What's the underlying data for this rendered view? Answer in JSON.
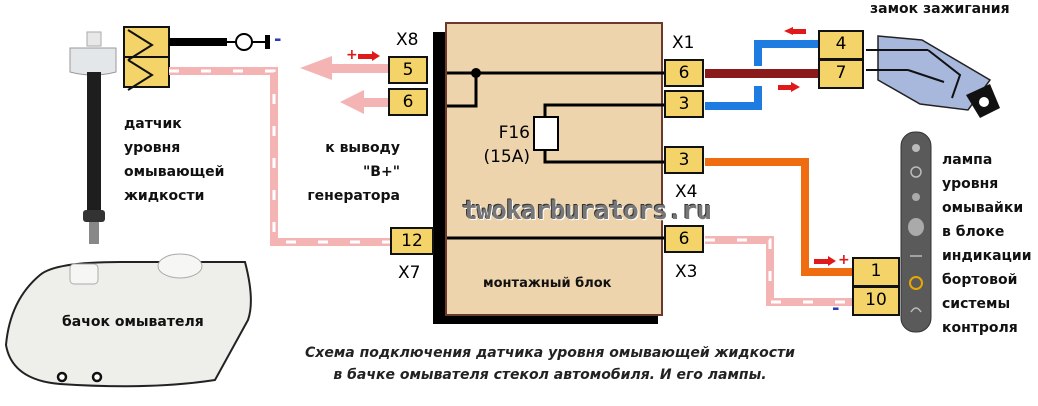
{
  "diagram": {
    "caption_line1": "Схема подключения датчика уровня омывающей жидкости",
    "caption_line2": "в бачке омывателя стекол автомобиля. И его лампы.",
    "watermark": "twokarburators.ru",
    "mounting_block": {
      "label": "монтажный блок",
      "fuse": {
        "name": "F16",
        "rating": "(15А)"
      }
    },
    "connectors": {
      "X8": {
        "label": "X8",
        "pins": [
          "5",
          "6"
        ]
      },
      "X1": {
        "label": "X1",
        "pins": [
          "6",
          "3"
        ]
      },
      "X4": {
        "label": "X4",
        "pins": [
          "3"
        ]
      },
      "X7": {
        "label": "X7",
        "pins": [
          "12"
        ]
      },
      "X3": {
        "label": "X3",
        "pins": [
          "6"
        ]
      },
      "ignition": {
        "pins": [
          "4",
          "7"
        ]
      },
      "panel": {
        "pins": [
          "1",
          "10"
        ]
      }
    },
    "labels": {
      "sensor": [
        "датчик",
        "уровня",
        "омывающей",
        "жидкости"
      ],
      "generator": [
        "к выводу",
        "\"В+\"",
        "генератора"
      ],
      "ignition_switch": "замок зажигания",
      "lamp": [
        "лампа",
        "уровня",
        "омывайки",
        "в блоке",
        "индикации",
        "бортовой",
        "системы",
        "контроля"
      ],
      "tank": "бачок омывателя"
    },
    "polarity": {
      "plus": "+",
      "minus": "-"
    },
    "colors": {
      "connector_fill": "#f4d468",
      "block_fill": "#eed4ac",
      "wire_pink": "#f4b4b4",
      "wire_dark_red": "#8b1a1a",
      "wire_blue": "#1e7be0",
      "wire_orange": "#f06c10",
      "arrow_red": "#e01a1a"
    }
  }
}
